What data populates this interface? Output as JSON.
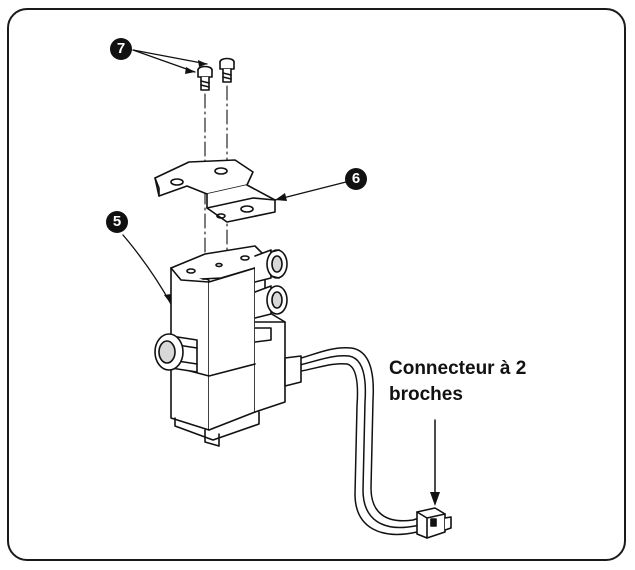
{
  "callouts": {
    "screws": "7",
    "bracket": "6",
    "valve": "5"
  },
  "label": {
    "line1": "Connecteur à 2",
    "line2": "broches"
  },
  "colors": {
    "ink": "#111111",
    "part_fill": "#ffffff",
    "shade": "#d8d8d8"
  }
}
